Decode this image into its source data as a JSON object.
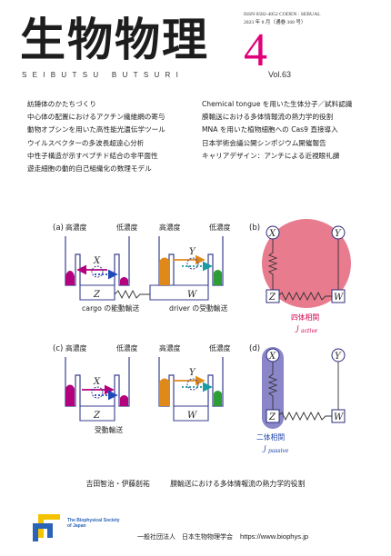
{
  "masthead": {
    "title": "生物物理",
    "romaji": "SEIBUTSU BUTSURI",
    "issn_line": "ISSN 0582-4052 CODEN : SEBUAL",
    "date_line": "2023 年 8 月（通巻 368 号）",
    "issue_number": "4",
    "volume": "Vol.63",
    "accent_color": "#e0007a"
  },
  "topics_left": [
    "紡錘体のかたちづくり",
    "中心体の配置におけるアクチン繊維網の寄与",
    "動物オプシンを用いた高性能光遺伝学ツール",
    "ウイルスベクターの多波長超遠心分析",
    "中性子構造が示すペプチド結合の非平面性",
    "遊走細胞の動的自己組織化の数理モデル"
  ],
  "topics_right": [
    "Chemical tongue を用いた生体分子／試料認識",
    "膜輸送における多体情報流の熱力学的役割",
    "MNA を用いた植物細胞への Cas9 直接導入",
    "日本学術会議公開シンポジウム開催報告",
    "キャリアデザイン：アンチによる近視眼礼讃"
  ],
  "figure": {
    "panel_a": {
      "label": "(a)",
      "high_left": "高濃度",
      "low_left": "低濃度",
      "high_right": "高濃度",
      "low_right": "低濃度",
      "x": "X",
      "y": "Y",
      "z": "Z",
      "w": "W",
      "caption_left": "cargo の能動輸送",
      "caption_right": "driver の受動輸送"
    },
    "panel_b": {
      "label": "(b)",
      "x": "X",
      "y": "Y",
      "z": "Z",
      "w": "W",
      "caption": "四体相関",
      "symbol": "j",
      "symbol_sub": "active"
    },
    "panel_c": {
      "label": "(c)",
      "high_left": "高濃度",
      "low_left": "低濃度",
      "high_right": "高濃度",
      "low_right": "低濃度",
      "x": "X",
      "y": "Y",
      "z": "Z",
      "w": "W",
      "caption": "受動輸送"
    },
    "panel_d": {
      "label": "(d)",
      "x": "X",
      "y": "Y",
      "z": "Z",
      "w": "W",
      "caption": "二体相関",
      "symbol": "j",
      "symbol_sub": "passive"
    },
    "colors": {
      "magenta": "#b4007c",
      "blue": "#1f49b8",
      "orange": "#e0891b",
      "teal": "#1a9ca3",
      "green": "#2c9e35",
      "pink_fill": "#e87b8e",
      "lavender_fill": "#8a86c9"
    }
  },
  "feature": {
    "authors": "吉田智治・伊藤創祐",
    "title": "膜輸送における多体情報流の熱力学的役割"
  },
  "footer": {
    "logo_line1": "The Biophysical Society",
    "logo_line2": "of Japan",
    "society": "一般社団法人　日本生物物理学会",
    "url": "https://www.biophys.jp"
  }
}
